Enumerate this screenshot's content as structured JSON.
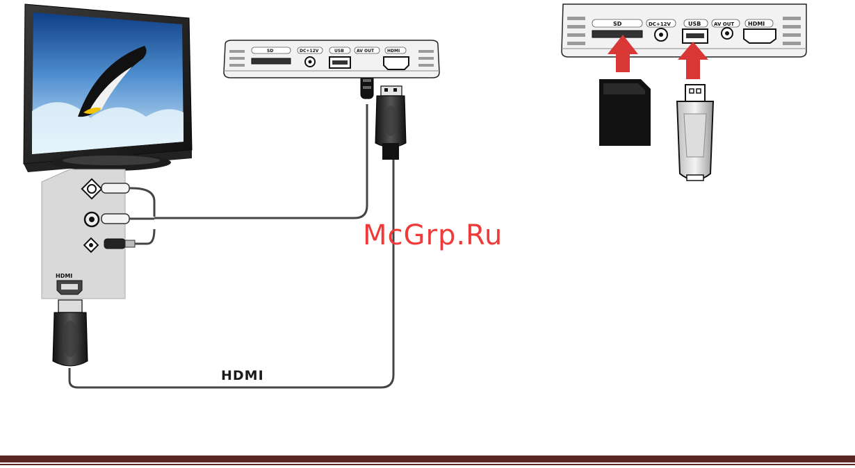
{
  "labels": {
    "hdmi_cable": "HDMI",
    "tv_hdmi_port": "HDMI",
    "watermark": "McGrp.Ru"
  },
  "player_ports": {
    "sd": "SD",
    "dc": "DC+12V",
    "usb": "USB",
    "av": "AV OUT",
    "hdmi": "HDMI"
  },
  "colors": {
    "arrow": "#d93636",
    "watermark": "#ef3a3a",
    "footer": "#5b2524"
  },
  "icons": [
    "tv-icon",
    "media-player-icon",
    "sd-card-icon",
    "usb-stick-icon",
    "hdmi-plug-icon",
    "rca-plug-icon",
    "arrow-up-icon"
  ]
}
